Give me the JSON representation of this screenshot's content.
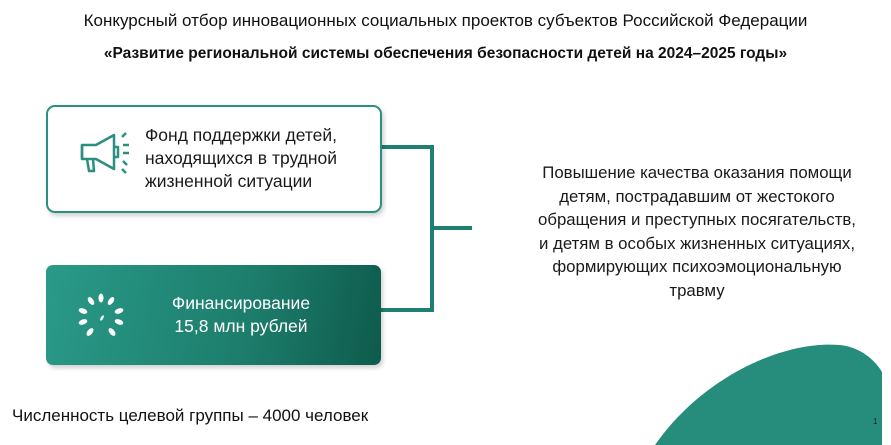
{
  "header": {
    "title": "Конкурсный отбор инновационных социальных проектов субъектов Российской Федерации",
    "subtitle": "«Развитие региональной системы обеспечения безопасности детей на 2024–2025 годы»"
  },
  "boxes": [
    {
      "icon": "megaphone-icon",
      "lines": [
        "Фонд поддержки детей,",
        "находящихся в трудной",
        "жизненной ситуации"
      ]
    },
    {
      "icon": "loading-spinner-icon",
      "lines": [
        "Финансирование",
        "15,8 млн рублей"
      ]
    }
  ],
  "result": {
    "lines": [
      "Повышение качества оказания помощи",
      "детям, пострадавшим от жестокого",
      "обращения и преступных посягательств,",
      "и детям в особых жизненных ситуациях,",
      "формирующих психоэмоциональную",
      "травму"
    ]
  },
  "footer": "Численность целевой группы – 4000 человек",
  "slide_number": "1",
  "colors": {
    "accent": "#2a9080",
    "dark_accent": "#0e5b4c"
  }
}
